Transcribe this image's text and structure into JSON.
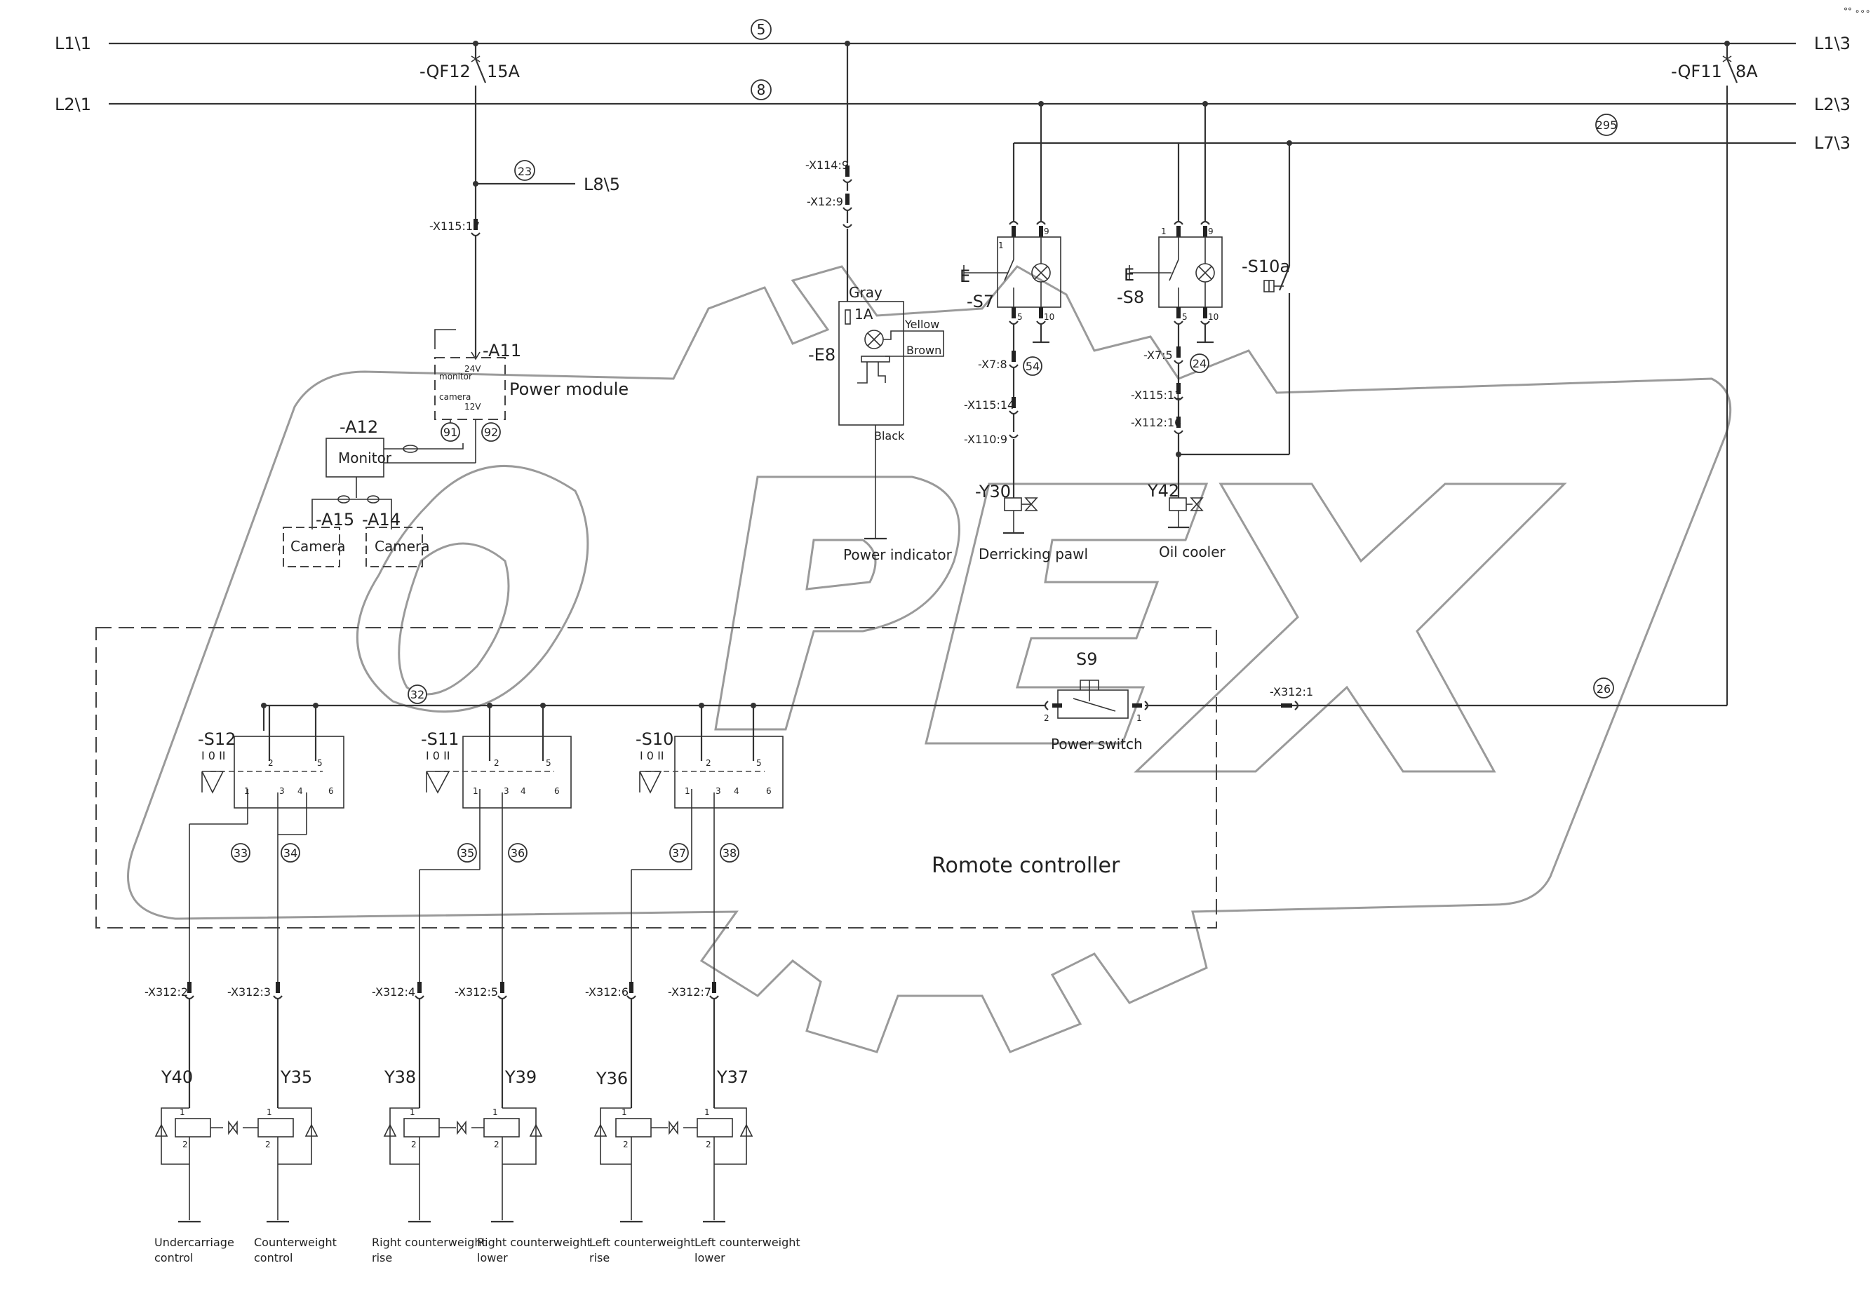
{
  "corner_mark": "°° ∘∘∘",
  "lines": {
    "l1_left": "L1\\1",
    "l1_right": "L1\\3",
    "l2_left": "L2\\1",
    "l2_right": "L2\\3",
    "l7_right": "L7\\3",
    "l8": "L8\\5"
  },
  "wire_numbers": {
    "n5": "5",
    "n8": "8",
    "n295": "295",
    "n23": "23",
    "n54": "54",
    "n24": "24",
    "n91": "91",
    "n92": "92",
    "n32": "32",
    "n26": "26",
    "n33": "33",
    "n34": "34",
    "n35": "35",
    "n36": "36",
    "n37": "37",
    "n38": "38"
  },
  "breakers": {
    "qf12": "-QF12",
    "qf12_rating": "15A",
    "qf11": "-QF11",
    "qf11_rating": "8A"
  },
  "connectors": {
    "x115_17": "-X115:17",
    "x114_9": "-X114:9",
    "x12_9": "-X12:9",
    "x7_8": "-X7:8",
    "x115_14": "-X115:14",
    "x110_9": "-X110:9",
    "x7_5": "-X7:5",
    "x115_11": "-X115:11",
    "x112_16": "-X112:16",
    "x312_1": "-X312:1",
    "x312_2": "-X312:2",
    "x312_3": "-X312:3",
    "x312_4": "-X312:4",
    "x312_5": "-X312:5",
    "x312_6": "-X312:6",
    "x312_7": "-X312:7"
  },
  "power_module": {
    "ref": "-A11",
    "label": "Power module",
    "v24": "24V",
    "v12": "12V",
    "monitor_tag": "monitor",
    "camera_tag": "camera"
  },
  "monitor": {
    "ref": "-A12",
    "label": "Monitor"
  },
  "cameras": [
    {
      "ref": "-A15",
      "label": "Camera"
    },
    {
      "ref": "-A14",
      "label": "Camera"
    }
  ],
  "lamp_e8": {
    "ref": "-E8",
    "fuse": "1A",
    "wire_gray": "Gray",
    "wire_yellow": "Yellow",
    "wire_brown": "Brown",
    "wire_black": "Black",
    "label": "Power indicator"
  },
  "switch_s7": {
    "ref": "-S7",
    "t1": "1",
    "t9": "9",
    "t5": "5",
    "t10": "10"
  },
  "switch_s8": {
    "ref": "-S8",
    "t1": "1",
    "t9": "9",
    "t5": "5",
    "t10": "10"
  },
  "switch_s10a": {
    "ref": "-S10a"
  },
  "valve_y30": {
    "ref": "-Y30",
    "label": "Derricking pawl"
  },
  "valve_y42": {
    "ref": "Y42",
    "label": "Oil cooler"
  },
  "power_switch": {
    "ref": "S9",
    "label": "Power switch",
    "t2": "2",
    "t1": "1"
  },
  "remote_controller": {
    "label": "Romote controller"
  },
  "joysticks": [
    {
      "ref": "-S12",
      "pos": "I 0 II",
      "t1": "1",
      "t2": "2",
      "t3": "3",
      "t4": "4",
      "t5": "5",
      "t6": "6"
    },
    {
      "ref": "-S11",
      "pos": "I 0 II",
      "t1": "1",
      "t2": "2",
      "t3": "3",
      "t4": "4",
      "t5": "5",
      "t6": "6"
    },
    {
      "ref": "-S10",
      "pos": "I 0 II",
      "t1": "1",
      "t2": "2",
      "t3": "3",
      "t4": "4",
      "t5": "5",
      "t6": "6"
    }
  ],
  "solenoids": [
    {
      "ref": "Y40",
      "p1": "1",
      "p2": "2",
      "label1": "Undercarriage",
      "label2": "control"
    },
    {
      "ref": "Y35",
      "p1": "1",
      "p2": "2",
      "label1": "Counterweight",
      "label2": "control"
    },
    {
      "ref": "Y38",
      "p1": "1",
      "p2": "2",
      "label1": "Right counterweight",
      "label2": "rise"
    },
    {
      "ref": "Y39",
      "p1": "1",
      "p2": "2",
      "label1": "Right counterweight",
      "label2": "lower"
    },
    {
      "ref": "Y36",
      "p1": "1",
      "p2": "2",
      "label1": "Left counterweight",
      "label2": "rise"
    },
    {
      "ref": "Y37",
      "p1": "1",
      "p2": "2",
      "label1": "Left counterweight",
      "label2": "lower"
    }
  ]
}
